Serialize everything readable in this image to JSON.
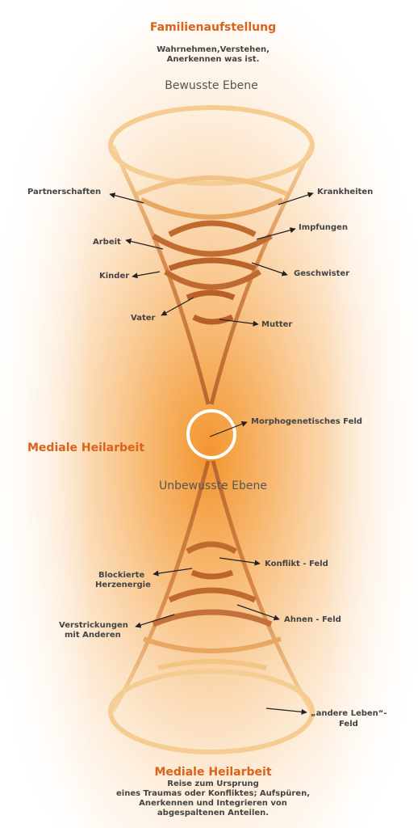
{
  "header": {
    "title": "Familienaufstellung",
    "subtitle_line1": "Wahrnehmen,Verstehen,",
    "subtitle_line2": "Anerkennen was ist."
  },
  "levels": {
    "upper": "Bewusste Ebene",
    "lower": "Unbewusste Ebene"
  },
  "middle": {
    "title": "Mediale Heilarbeit"
  },
  "labels": {
    "partnerschaften": "Partnerschaften",
    "krankheiten": "Krankheiten",
    "impfungen": "Impfungen",
    "arbeit": "Arbeit",
    "kinder": "Kinder",
    "geschwister": "Geschwister",
    "vater": "Vater",
    "mutter": "Mutter",
    "morpho": "Morphogenetisches Feld",
    "konflikt": "Konflikt - Feld",
    "blockierte_1": "Blockierte",
    "blockierte_2": "Herzenergie",
    "ahnen": "Ahnen - Feld",
    "verstrickungen_1": "Verstrickungen",
    "verstrickungen_2": "mit Anderen",
    "andere_1": "„andere Leben“-",
    "andere_2": "Feld"
  },
  "footer": {
    "title": "Mediale Heilarbeit",
    "line1": "Reise zum Ursprung",
    "line2": "eines Traumas oder Konfliktes; Aufspüren,",
    "line3": "Anerkennen und Integrieren von",
    "line4": "abgespaltenen Anteilen."
  },
  "colors": {
    "accent": "#d9621c",
    "ring_dark": "#b8602a",
    "ring_light": "#f6cf97",
    "glow": "#f39a3c",
    "text": "#444444"
  }
}
